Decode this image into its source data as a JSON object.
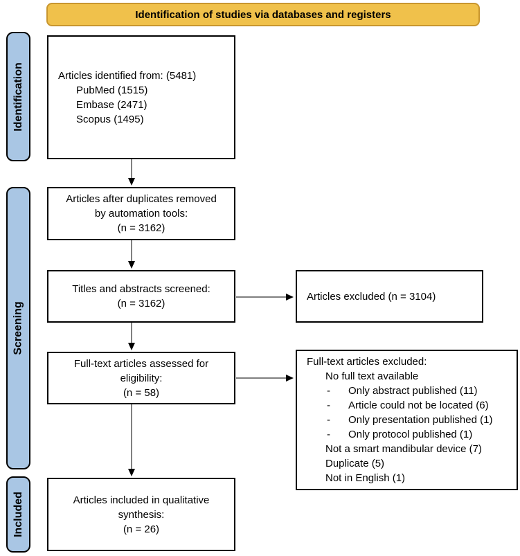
{
  "banner": {
    "label": "Identification of studies via databases and registers"
  },
  "stages": [
    {
      "label": "Identification"
    },
    {
      "label": "Screening"
    },
    {
      "label": "Included"
    }
  ],
  "boxes": {
    "identified": {
      "intro": "Articles identified from: (5481)",
      "sources": [
        "PubMed (1515)",
        "Embase (2471)",
        "Scopus (1495)"
      ]
    },
    "duplicates_removed": {
      "lines": [
        "Articles after duplicates removed",
        "by automation tools:",
        "(n = 3162)"
      ]
    },
    "titles_abstracts_screened": {
      "lines": [
        "Titles and abstracts screened:",
        "(n = 3162)"
      ]
    },
    "full_text_assessed": {
      "lines": [
        "Full-text articles assessed for",
        "eligibility:",
        "(n = 58)"
      ]
    },
    "included_qualitative": {
      "lines": [
        "Articles included in qualitative",
        "synthesis:",
        "(n = 26)"
      ]
    },
    "articles_excluded": {
      "label": "Articles excluded (n = 3104)"
    },
    "full_text_excluded": {
      "title": "Full-text articles excluded:",
      "group": "No full text available",
      "bullet": "-",
      "sub_items": [
        "Only abstract published (11)",
        "Article could not be located (6)",
        "Only presentation published (1)",
        "Only protocol published (1)"
      ],
      "items": [
        "Not a smart mandibular device (7)",
        "Duplicate (5)",
        "Not in English (1)"
      ]
    }
  },
  "colors": {
    "banner_fill": "#F0C14B",
    "banner_border": "#C8962E",
    "stage_fill": "#A9C6E4",
    "box_border": "#000000",
    "arrow_line": "#555555",
    "arrowhead": "#000000"
  }
}
